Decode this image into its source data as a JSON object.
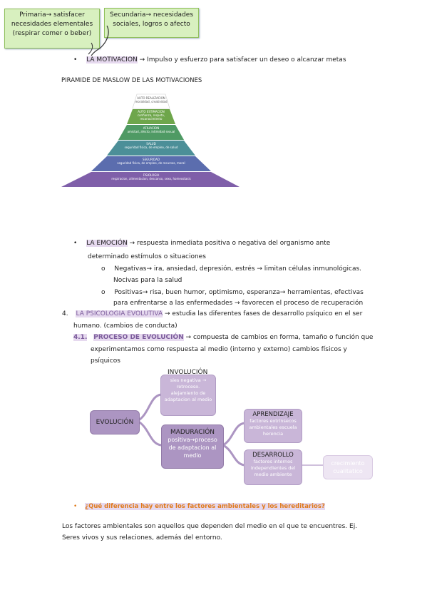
{
  "notes": {
    "primaria": "Primaria→ satisfacer necesidades elementales (respirar comer o beber)",
    "secundaria": "Secundaria→ necesidades sociales, logros o afecto"
  },
  "motivacion": {
    "bullet": "•",
    "term": "LA MOTIVACION",
    "definition": "→ Impulso y esfuerzo para satisfacer un deseo o alcanzar metas"
  },
  "piramide": {
    "title": "PIRAMIDE DE MASLOW DE LAS MOTIVACIONES",
    "levels": [
      {
        "label": "AUTO REALIZACION",
        "desc": "moralidad, creatividad",
        "color": "#5f8f3e"
      },
      {
        "label": "AUTO ESTIMACION",
        "desc": "confianza, respeto, reconocimiento",
        "color": "#6fa54a"
      },
      {
        "label": "AFILIACION",
        "desc": "amistad, afecto, intimidad sexual",
        "color": "#4f9a5f"
      },
      {
        "label": "SALUD",
        "desc": "seguridad fisica, de empleo, de salud",
        "color": "#4a8f98"
      },
      {
        "label": "SEGURIDAD",
        "desc": "seguridad fisica, de empleo, de recursos, moral",
        "color": "#5a6cae"
      },
      {
        "label": "FISIOLOGIA",
        "desc": "respiracion, alimentacion, descanso, sexo, homeostasis",
        "color": "#7d60a8"
      }
    ]
  },
  "emocion": {
    "bullet": "•",
    "term": "LA EMOCIÓN",
    "definition": "→ respuesta inmediata positiva o negativa del organismo ante",
    "definition2": "determinado estímulos o situaciones",
    "items": [
      {
        "marker": "o",
        "line1": "Negativas→ ira, ansiedad, depresión, estrés → limitan células inmunológicas.",
        "line2": "Nocivas para la salud"
      },
      {
        "marker": "o",
        "line1": "Positivas→ risa, buen humor, optimismo, esperanza→  herramientas, efectivas",
        "line2": "para enfrentarse a las enfermedades → favorecen el proceso de recuperación"
      }
    ]
  },
  "psicologia": {
    "number": "4.",
    "term": "LA PSICOLOGIA EVOLUTIVA",
    "definition": "→ estudia las diferentes fases de desarrollo psíquico en el ser",
    "definition2": "humano. (cambios de conducta)",
    "sub_number": "4.1.",
    "sub_term": "PROCESO DE EVOLUCIÓN",
    "sub_definition": "→ compuesta de cambios en forma, tamaño o función que",
    "sub_definition2": "experimentamos como respuesta al medio (interno y externo) cambios físicos y",
    "sub_definition3": "psíquicos"
  },
  "diagram": {
    "evolucion": "EVOLUCIÓN",
    "involucion_title": "INVOLUCIÓN",
    "involucion_sub": "sies negativa → retroceso. alejamiento de adaptacion al medio",
    "maduracion_title": "MADURACIÓN",
    "maduracion_sub": "positiva→proceso de adaptacion al medio",
    "aprendizaje_title": "APRENDIZAJE",
    "aprendizaje_sub": "factores extrínsecos ambientales escuela herencia",
    "desarrollo_title": "DESARROLLO",
    "desarrollo_sub": "factores internos independientes del medio ambiente",
    "crecimiento": "crecimiento cualitatico"
  },
  "question": {
    "bullet": "•",
    "text": "¿Qué diferencia hay entre los factores ambientales y los hereditarios?"
  },
  "answer": {
    "line1": "Los factores ambientales son aquellos que dependen del medio en el que te encuentres. Ej.",
    "line2": "Seres vivos y sus relaciones, además del entorno."
  }
}
